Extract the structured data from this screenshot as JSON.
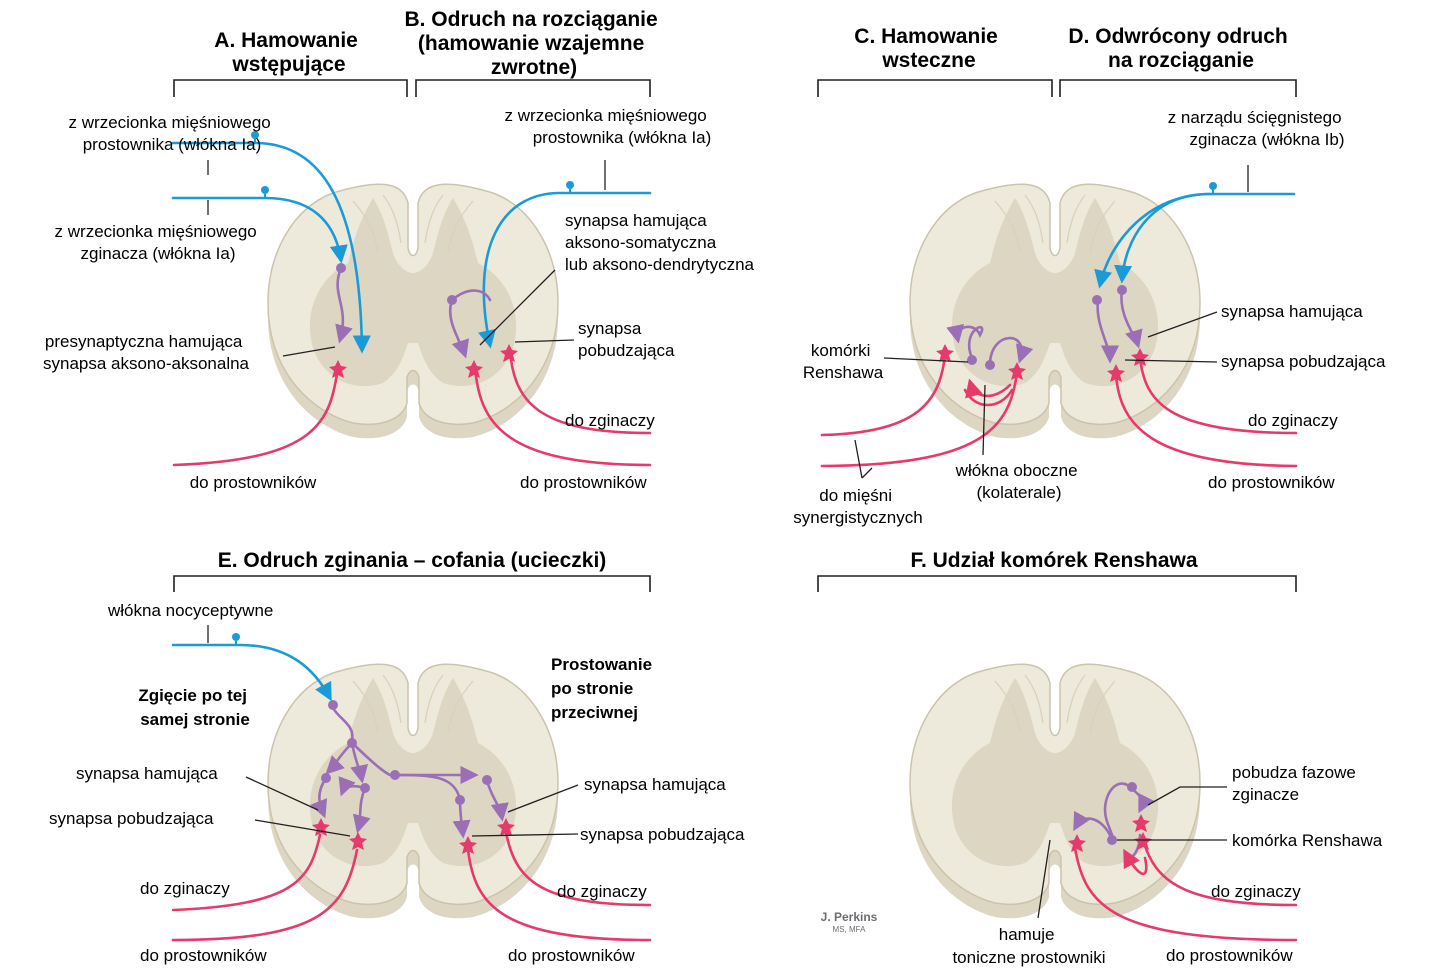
{
  "colors": {
    "afferent": "#1a9bd7",
    "motor": "#e53a6b",
    "interneuron": "#9a6fb6",
    "white_matter": "#eeeadb",
    "gray_matter": "#ddd6c3",
    "cord_edge": "#cbc3ad"
  },
  "panels": {
    "A": {
      "title": [
        "A. Hamowanie",
        "wstępujące"
      ]
    },
    "B": {
      "title": [
        "B. Odruch na rozciąganie",
        "(hamowanie wzajemne",
        "zwrotne)"
      ],
      "from_extensor_spindle": [
        "z wrzecionka mięśniowego",
        "prostownika (włókna Ia)"
      ],
      "inhibitory_synapse": [
        "synapsa hamująca",
        "aksono-somatyczna",
        "lub aksono-dendrytyczna"
      ],
      "excitatory_synapse": [
        "synapsa",
        "pobudzająca"
      ],
      "to_flexors": "do zginaczy",
      "to_extensors": "do prostowników"
    },
    "A_labels": {
      "from_extensor_spindle": [
        "z wrzecionka mięśniowego",
        "prostownika (włókna Ia)"
      ],
      "from_flexor_spindle": [
        "z wrzecionka mięśniowego",
        "zginacza (włókna Ia)"
      ],
      "presynaptic": [
        "presynaptyczna hamująca",
        "synapsa aksono-aksonalna"
      ],
      "to_extensors": "do prostowników"
    },
    "C": {
      "title": [
        "C. Hamowanie",
        "wsteczne"
      ],
      "renshaw_cells": [
        "komórki",
        "Renshawa"
      ],
      "collaterals": [
        "włókna oboczne",
        "(kolaterale)"
      ],
      "synergists": [
        "do mięśni",
        "synergistycznych"
      ]
    },
    "D": {
      "title": [
        "D. Odwrócony odruch",
        "na rozciąganie"
      ],
      "from_tendon_organ": [
        "z narządu ścięgnistego",
        "zginacza (włókna Ib)"
      ],
      "inhibitory_synapse": "synapsa hamująca",
      "excitatory_synapse": "synapsa pobudzająca",
      "to_flexors": "do zginaczy",
      "to_extensors": "do prostowników"
    },
    "E": {
      "title": "E. Odruch zginania – cofania (ucieczki)",
      "nociceptive": "włókna nocyceptywne",
      "ipsilateral": [
        "Zgięcie po tej",
        "samej stronie"
      ],
      "contralateral": [
        "Prostowanie",
        "po stronie",
        "przeciwnej"
      ],
      "inhibitory_left": "synapsa hamująca",
      "excitatory_left": "synapsa pobudzająca",
      "inhibitory_right": "synapsa hamująca",
      "excitatory_right": "synapsa pobudzająca",
      "to_flexors_left": "do zginaczy",
      "to_extensors_left": "do prostowników",
      "to_flexors_right": "do zginaczy",
      "to_extensors_right": "do prostowników"
    },
    "F": {
      "title": "F. Udział komórek Renshawa",
      "phasic": [
        "pobudza fazowe",
        "zginacze"
      ],
      "renshaw_cell": "komórka Renshawa",
      "tonic": [
        "hamuje",
        "toniczne prostowniki"
      ],
      "to_flexors": "do zginaczy",
      "to_extensors": "do prostowników"
    }
  },
  "signature": {
    "name": "J. Perkins",
    "credentials": "MS, MFA"
  }
}
